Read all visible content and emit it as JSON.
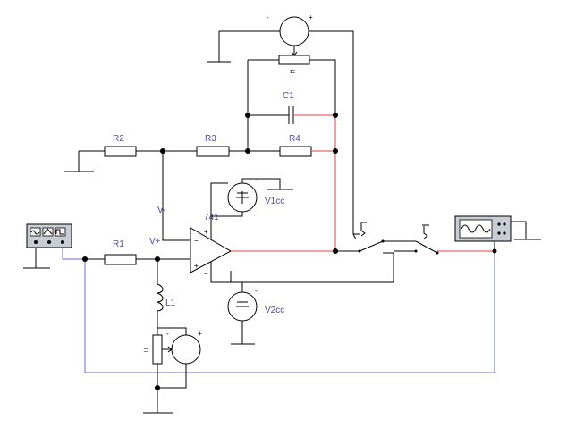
{
  "labels": {
    "c1": "C1",
    "r1": "R1",
    "r2": "R2",
    "r3": "R3",
    "r4": "R4",
    "l1": "L1",
    "opamp": "741",
    "v1cc": "V1cc",
    "v2cc": "V2cc",
    "v_minus": "V-",
    "v_plus": "V+",
    "minus": "-",
    "plus": "+"
  },
  "colors": {
    "wire": "#000000",
    "output_wire": "#e04040",
    "probe_wire": "#6a6ad8",
    "label_text": "#4a4ab0",
    "instrument_face": "#c8ccd4",
    "screen": "#ffffff"
  },
  "instruments": {
    "left": "function-generator",
    "right": "oscilloscope"
  }
}
